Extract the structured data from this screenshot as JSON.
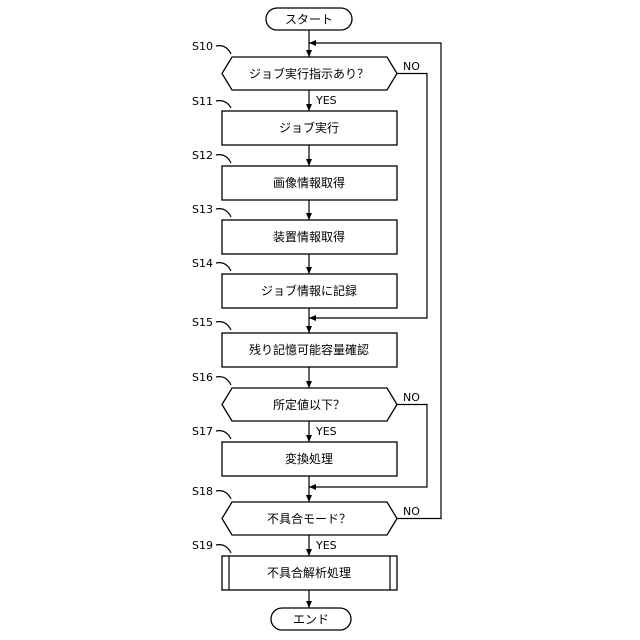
{
  "flowchart": {
    "start": "スタート",
    "end": "エンド",
    "steps": {
      "s10": {
        "id": "S10",
        "text": "ジョブ実行指示あり？",
        "yes": "YES",
        "no": "NO"
      },
      "s11": {
        "id": "S11",
        "text": "ジョブ実行"
      },
      "s12": {
        "id": "S12",
        "text": "画像情報取得"
      },
      "s13": {
        "id": "S13",
        "text": "装置情報取得"
      },
      "s14": {
        "id": "S14",
        "text": "ジョブ情報に記録"
      },
      "s15": {
        "id": "S15",
        "text": "残り記憶可能容量確認"
      },
      "s16": {
        "id": "S16",
        "text": "所定値以下？",
        "yes": "YES",
        "no": "NO"
      },
      "s17": {
        "id": "S17",
        "text": "変換処理"
      },
      "s18": {
        "id": "S18",
        "text": "不具合モード？",
        "yes": "YES",
        "no": "NO"
      },
      "s19": {
        "id": "S19",
        "text": "不具合解析処理"
      }
    }
  }
}
